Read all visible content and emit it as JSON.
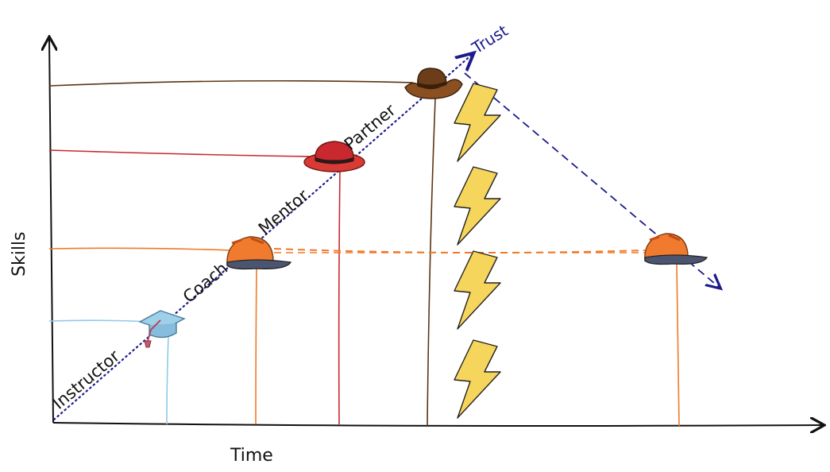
{
  "axes": {
    "x_label": "Time",
    "y_label": "Skills"
  },
  "trust": {
    "label": "Trust",
    "color": "#1c1c8c"
  },
  "roles": [
    {
      "label": "Instructor",
      "hat": "graduation-cap-icon",
      "color": "#8fc9ea"
    },
    {
      "label": "Coach",
      "hat": "baseball-cap-icon",
      "color": "#ef7a2a"
    },
    {
      "label": "Mentor",
      "hat": "fedora-icon",
      "color": "#c8282e"
    },
    {
      "label": "Partner",
      "hat": "cowboy-hat-icon",
      "color": "#5a3515"
    }
  ],
  "lightning": {
    "count": 4,
    "icon": "lightning-bolt-icon",
    "color": "#f6d55c"
  },
  "return_hat": {
    "icon": "baseball-cap-icon",
    "color": "#ef7a2a"
  }
}
